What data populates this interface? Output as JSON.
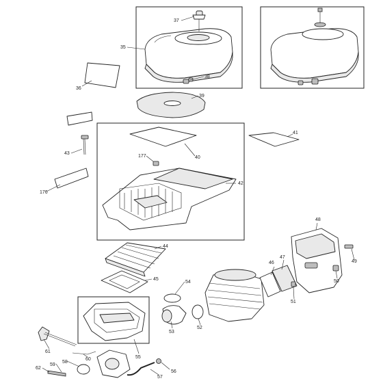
{
  "parts": [
    {
      "id": "p37",
      "label": "37"
    },
    {
      "id": "p35",
      "label": "35"
    },
    {
      "id": "p36",
      "label": "36"
    },
    {
      "id": "p38",
      "label": "38"
    },
    {
      "id": "p39",
      "label": "39"
    },
    {
      "id": "p43",
      "label": "43"
    },
    {
      "id": "p177",
      "label": "177"
    },
    {
      "id": "p40",
      "label": "40"
    },
    {
      "id": "p41",
      "label": "41"
    },
    {
      "id": "p42",
      "label": "42"
    },
    {
      "id": "p176",
      "label": "176"
    },
    {
      "id": "p44",
      "label": "44"
    },
    {
      "id": "p45",
      "label": "45"
    },
    {
      "id": "p54",
      "label": "54"
    },
    {
      "id": "p53",
      "label": "53"
    },
    {
      "id": "p52",
      "label": "52"
    },
    {
      "id": "p55",
      "label": "55"
    },
    {
      "id": "p48",
      "label": "48"
    },
    {
      "id": "p49",
      "label": "49"
    },
    {
      "id": "p46",
      "label": "46"
    },
    {
      "id": "p47",
      "label": "47"
    },
    {
      "id": "p50",
      "label": "50"
    },
    {
      "id": "p51",
      "label": "51"
    },
    {
      "id": "p61",
      "label": "61"
    },
    {
      "id": "p60",
      "label": "60"
    },
    {
      "id": "p58",
      "label": "58"
    },
    {
      "id": "p59",
      "label": "59"
    },
    {
      "id": "p62",
      "label": "62"
    },
    {
      "id": "p56",
      "label": "56"
    },
    {
      "id": "p57",
      "label": "57"
    }
  ]
}
